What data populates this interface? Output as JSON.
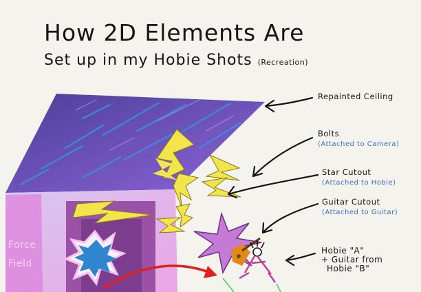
{
  "title": {
    "line1": "How 2D Elements Are",
    "line2": "Set up in my Hobie Shots",
    "note": "(Recreation)"
  },
  "labels": {
    "ceiling": "Repainted Ceiling",
    "bolts": "Bolts",
    "bolts_sub": "(Attached to Camera)",
    "star": "Star Cutout",
    "star_sub": "(Attached to Hobie)",
    "guitar": "Guitar Cutout",
    "guitar_sub": "(Attached to Guitar)",
    "hobie_line1": "Hobie \"A\"",
    "hobie_line2": "+ Guitar from",
    "hobie_line3": "Hobie \"B\""
  },
  "force_field": {
    "line1": "Force",
    "line2": "Field"
  },
  "colors": {
    "ceiling": "#6f56c8",
    "wall": "#e79be0",
    "bolt": "#f2e44b",
    "star": "#c57ad6",
    "burst": "#2f86cf",
    "arrow_red": "#e0201a",
    "sub_label": "#3b6fc4"
  }
}
